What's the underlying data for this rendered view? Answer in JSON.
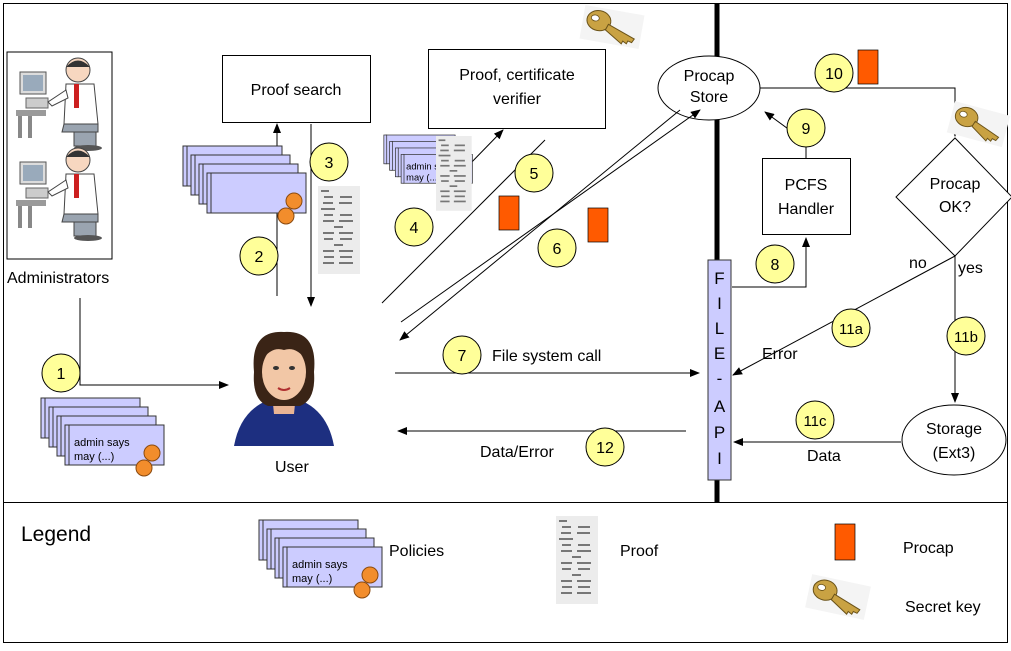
{
  "actors": {
    "administrators": "Administrators",
    "user": "User"
  },
  "boxes": {
    "proof_search": "Proof search",
    "verifier_line1": "Proof, certificate",
    "verifier_line2": "verifier",
    "store_line1": "Procap",
    "store_line2": "Store",
    "handler_line1": "PCFS",
    "handler_line2": "Handler",
    "decision_line1": "Procap",
    "decision_line2": "OK?",
    "storage_line1": "Storage",
    "storage_line2": "(Ext3)"
  },
  "file_api": [
    "F",
    "I",
    "L",
    "E",
    "-",
    "A",
    "P",
    "I"
  ],
  "policy_text": {
    "peek": "admin says",
    "line1": "admin says",
    "line2": "may (...)"
  },
  "steps": {
    "s1": "1",
    "s2": "2",
    "s3": "3",
    "s4": "4",
    "s5": "5",
    "s6": "6",
    "s7": "7",
    "s8": "8",
    "s9": "9",
    "s10": "10",
    "s11a": "11a",
    "s11b": "11b",
    "s11c": "11c",
    "s12": "12"
  },
  "edge_labels": {
    "file_system_call": "File system call",
    "data_error": "Data/Error",
    "error": "Error",
    "data": "Data",
    "no": "no",
    "yes": "yes"
  },
  "legend": {
    "title": "Legend",
    "policies": "Policies",
    "proof": "Proof",
    "procap": "Procap",
    "secret_key": "Secret key"
  },
  "colors": {
    "step_circle": "#ffff99",
    "procap": "#ff5a00",
    "policy_scroll": "#ccccff",
    "seal": "#f28d2c",
    "user_shirt": "#1d2f80",
    "key": "#c9a243"
  }
}
